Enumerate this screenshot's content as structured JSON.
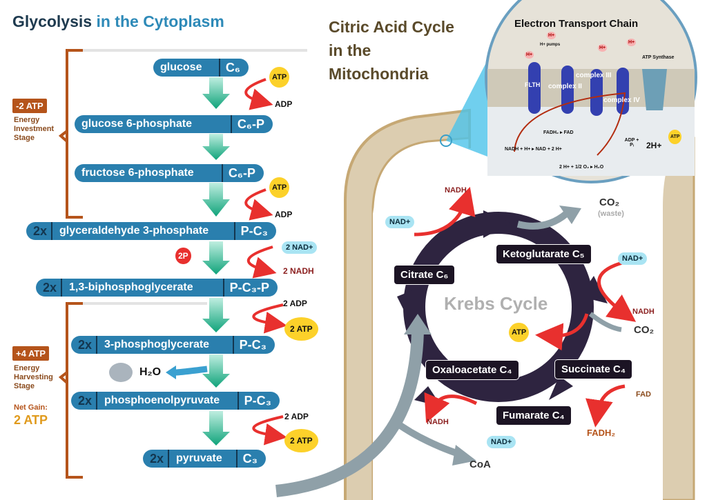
{
  "glycolysis": {
    "title_part1": "Glycolysis",
    "title_part2": "in the Cytoplasm",
    "investment_badge": "-2 ATP",
    "investment_label": "Energy Investment Stage",
    "harvest_badge": "+4 ATP",
    "harvest_label": "Energy Harvesting Stage",
    "net_gain_label": "Net Gain:",
    "net_gain_value": "2 ATP",
    "molecules": [
      {
        "mult": "",
        "name": "glucose",
        "formula": "C₆"
      },
      {
        "mult": "",
        "name": "glucose 6-phosphate",
        "formula": "C₆-P"
      },
      {
        "mult": "",
        "name": "fructose 6-phosphate",
        "formula": "C₆-P"
      },
      {
        "mult": "2x",
        "name": "glyceraldehyde 3-phosphate",
        "formula": "P-C₃"
      },
      {
        "mult": "2x",
        "name": "1,3-biphosphoglycerate",
        "formula": "P-C₃-P"
      },
      {
        "mult": "2x",
        "name": "3-phosphoglycerate",
        "formula": "P-C₃"
      },
      {
        "mult": "2x",
        "name": "phosphoenolpyruvate",
        "formula": "P-C₃"
      },
      {
        "mult": "2x",
        "name": "pyruvate",
        "formula": "C₃"
      }
    ],
    "labels": {
      "atp1": "ATP",
      "adp1": "ADP",
      "atp2": "ATP",
      "adp2": "ADP",
      "p2": "2P",
      "nad_in": "2 NAD+",
      "nadh_out": "2 NADH",
      "adp3": "2 ADP",
      "atp3": "2 ATP",
      "water": "H₂O",
      "adp4": "2 ADP",
      "atp4": "2 ATP"
    }
  },
  "citric": {
    "title": [
      "Citric Acid Cycle",
      "in the",
      "Mitochondria"
    ],
    "cycle_label": "Krebs Cycle",
    "compounds": {
      "citrate": "Citrate C₆",
      "ketoglutarate": "Ketoglutarate C₅",
      "succinate": "Succinate C₄",
      "fumarate": "Fumarate C₄",
      "oxaloacetate": "Oxaloacetate C₄"
    },
    "labels": {
      "nadh1": "NADH",
      "nad1": "NAD+",
      "co2_1": "CO₂",
      "waste": "(waste)",
      "nad2": "NAD+",
      "nadh2": "NADH",
      "co2_2": "CO₂",
      "atp": "ATP",
      "fad": "FAD",
      "fadh2": "FADH₂",
      "nadh3": "NADH",
      "nad3": "NAD+",
      "coa": "CoA"
    }
  },
  "etc": {
    "title": "Electron Transport Chain",
    "h": "H+",
    "pumps": "H+ pumps",
    "atp_synthase": "ATP Synthase",
    "complex1": "FLTH",
    "complex2": "complex II",
    "complex3": "complex III",
    "complex4": "complex IV",
    "nadh_eq": "NADH + H+ ▸ NAD + 2 H+",
    "fadh_eq": "FADH₂ ▸ FAD",
    "o2_eq": "2 H+ + 1/2 O₂ ▸ H₂O",
    "adp": "ADP + Pᵢ",
    "two_h": "2H+",
    "atp": "ATP"
  },
  "colors": {
    "pill": "#2a7fae",
    "bracket": "#b5541b",
    "krebs": "#2e2440",
    "membrane": "#dccdb0"
  }
}
